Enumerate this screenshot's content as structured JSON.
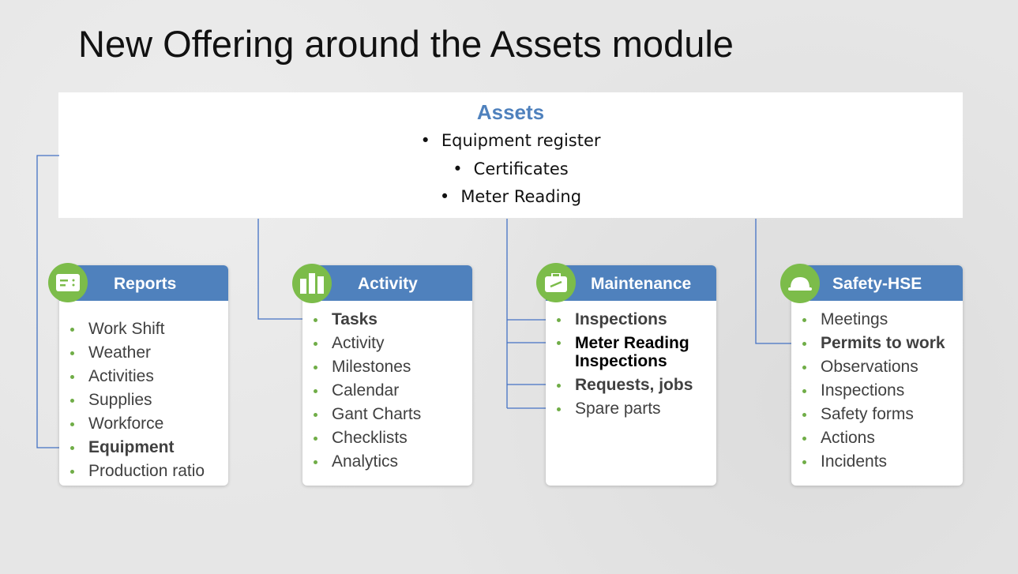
{
  "title": "New Offering around the Assets module",
  "assets": {
    "title": "Assets",
    "items": [
      "Equipment register",
      "Certificates",
      "Meter Reading"
    ]
  },
  "cards": [
    {
      "title": "Reports",
      "icon": "report-icon",
      "items": [
        "Work Shift",
        "Weather",
        "Activities",
        "Supplies",
        "Workforce",
        "Equipment",
        "Production ratio"
      ]
    },
    {
      "title": "Activity",
      "icon": "bar-chart-icon",
      "items": [
        "Tasks",
        "Activity",
        "Milestones",
        "Calendar",
        "Gant Charts",
        "Checklists",
        "Analytics"
      ]
    },
    {
      "title": "Maintenance",
      "icon": "toolbox-icon",
      "items": [
        "Inspections",
        "Meter Reading Inspections",
        "Requests, jobs",
        "Spare parts"
      ]
    },
    {
      "title": "Safety-HSE",
      "icon": "hard-hat-icon",
      "items": [
        "Meetings",
        "Permits to work",
        "Observations",
        "Inspections",
        "Safety forms",
        "Actions",
        "Incidents"
      ]
    }
  ],
  "colors": {
    "accent": "#4f81bd",
    "green": "#7cbc4a",
    "connector": "#4472c4"
  }
}
